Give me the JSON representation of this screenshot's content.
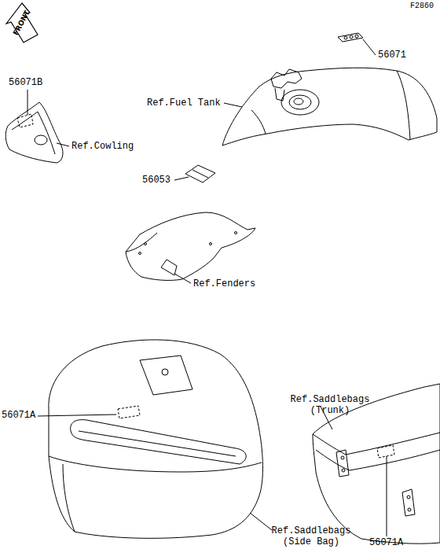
{
  "diagram": {
    "labels": [
      "F2860",
      "FRONT",
      "56071",
      "Ref.Fuel Tank",
      "56071B",
      "Ref.Cowling",
      "56053",
      "Ref.Fenders",
      "56071A",
      "Ref.Saddlebags (Side Bag)",
      "Ref.Saddlebags (Trunk)",
      "56071A"
    ]
  }
}
